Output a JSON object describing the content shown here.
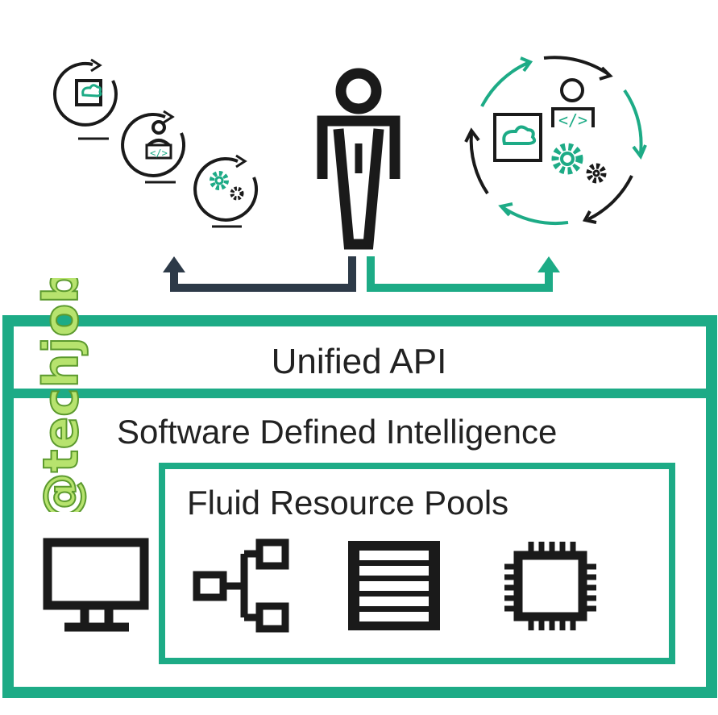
{
  "layers": {
    "api_label": "Unified API",
    "sdi_label": "Software Defined Intelligence",
    "pool_label": "Fluid Resource Pools"
  },
  "watermark": {
    "text": "@techjob"
  },
  "icons": {
    "manual_steps": [
      "cloud-app-icon",
      "developer-icon",
      "gears-icon"
    ],
    "person": "person-icon",
    "automated_cycle": [
      "cloud-app-icon",
      "developer-icon",
      "gears-icon"
    ],
    "resources": [
      "monitor-icon",
      "network-icon",
      "storage-icon",
      "cpu-chip-icon"
    ]
  },
  "colors": {
    "accent": "#1dab86",
    "dark_arrow": "#2d3a48",
    "stroke": "#1a1a1a",
    "text": "#222222",
    "watermark": "#b7e36e"
  }
}
